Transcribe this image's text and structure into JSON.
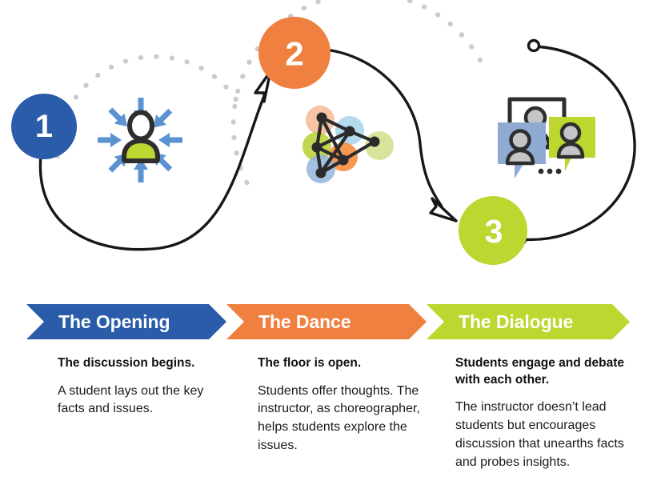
{
  "colors": {
    "blue": "#2a5caa",
    "orange": "#ef8040",
    "green": "#bed630",
    "arrow_blue": "#5b93d1",
    "line_black": "#17181a",
    "dotted_gray": "#c9cbcc",
    "bubble_blue": "#8fabd4",
    "person_gray": "#c3c5c7",
    "node_dark": "#2b2b2b"
  },
  "illustration": {
    "steps": [
      {
        "number": "1",
        "circle_color": "#2a5caa",
        "icon": "person-with-inward-arrows-icon",
        "icon_label": "person surrounded by eight inward-pointing arrows"
      },
      {
        "number": "2",
        "circle_color": "#ef8040",
        "icon": "network-nodes-icon",
        "icon_label": "connected network of six colored nodes"
      },
      {
        "number": "3",
        "circle_color": "#bed630",
        "icon": "speech-bubbles-people-icon",
        "icon_label": "three overlapping speech bubbles each containing a person"
      }
    ],
    "ellipsis": "..."
  },
  "stages": [
    {
      "id": "opening",
      "title": "The Opening",
      "color": "#2a5caa",
      "headline": "The discussion begins.",
      "text": "A student lays out the key facts and issues."
    },
    {
      "id": "dance",
      "title": "The Dance",
      "color": "#ef8040",
      "headline": "The floor is open.",
      "text": "Students offer thoughts. The instructor, as choreographer, helps students explore the issues."
    },
    {
      "id": "dialogue",
      "title": "The Dialogue",
      "color": "#bed630",
      "headline": "Students engage and debate with each other.",
      "text": "The instructor doesn’t lead students but encourages discussion that unearths facts and probes insights."
    }
  ]
}
